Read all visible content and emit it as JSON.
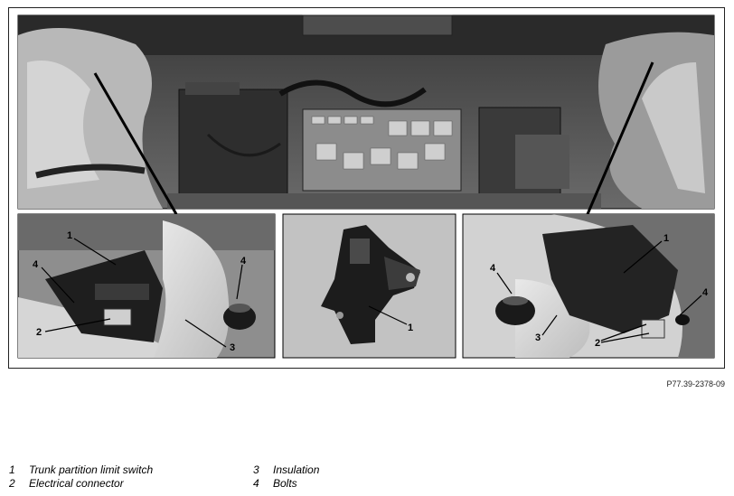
{
  "figure_id": "P77.39-2378-09",
  "callouts": {
    "left": [
      "1",
      "4",
      "4",
      "2",
      "3"
    ],
    "center": [
      "1"
    ],
    "right": [
      "1",
      "4",
      "4",
      "2",
      "3"
    ]
  },
  "legend": [
    {
      "num": "1",
      "text": "Trunk partition limit switch"
    },
    {
      "num": "2",
      "text": "Electrical connector"
    },
    {
      "num": "3",
      "text": "Insulation"
    },
    {
      "num": "4",
      "text": "Bolts"
    }
  ]
}
